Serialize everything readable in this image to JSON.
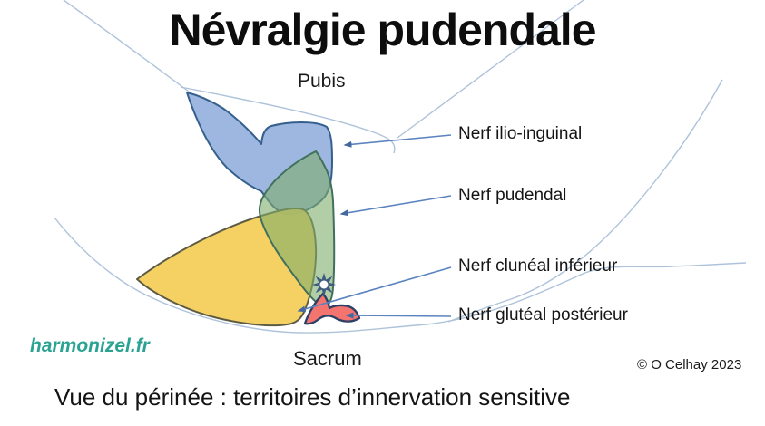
{
  "title": "Névralgie pudendale",
  "caption": "Vue du périnée : territoires d’innervation sensitive",
  "watermark": "harmonizel.fr",
  "copyright": "© O Celhay 2023",
  "anatomy_labels": {
    "pubis": "Pubis",
    "sacrum": "Sacrum"
  },
  "nerve_labels": [
    {
      "id": "ilio-inguinal",
      "text": "Nerf ilio-inguinal",
      "territory_color": "#9db7e0"
    },
    {
      "id": "pudendal",
      "text": "Nerf pudendal",
      "territory_color": "#8fb87f"
    },
    {
      "id": "cluneal-inferieur",
      "text": "Nerf clunéal inférieur",
      "territory_color": "#f3cf5a"
    },
    {
      "id": "gluteal-posterieur",
      "text": "Nerf glutéal postérieur",
      "territory_color": "#f4756f"
    }
  ],
  "colors": {
    "background": "#ffffff",
    "title_text": "#0d0d0d",
    "watermark_teal": "#2ba392",
    "contour_line": "#aec3da",
    "leader_line": "#5b83c0",
    "arrowhead": "#44699e",
    "territory_blue": "#9db7e0",
    "territory_blue_outline": "#35608e",
    "territory_green": "#7fae6d",
    "territory_green_outline": "#41705c",
    "territory_yellow": "#f3cf5a",
    "territory_yellow_outline": "#5d5b44",
    "territory_red": "#f4756f",
    "territory_red_outline": "#2e3f66",
    "star_navy": "#3e5b80"
  }
}
